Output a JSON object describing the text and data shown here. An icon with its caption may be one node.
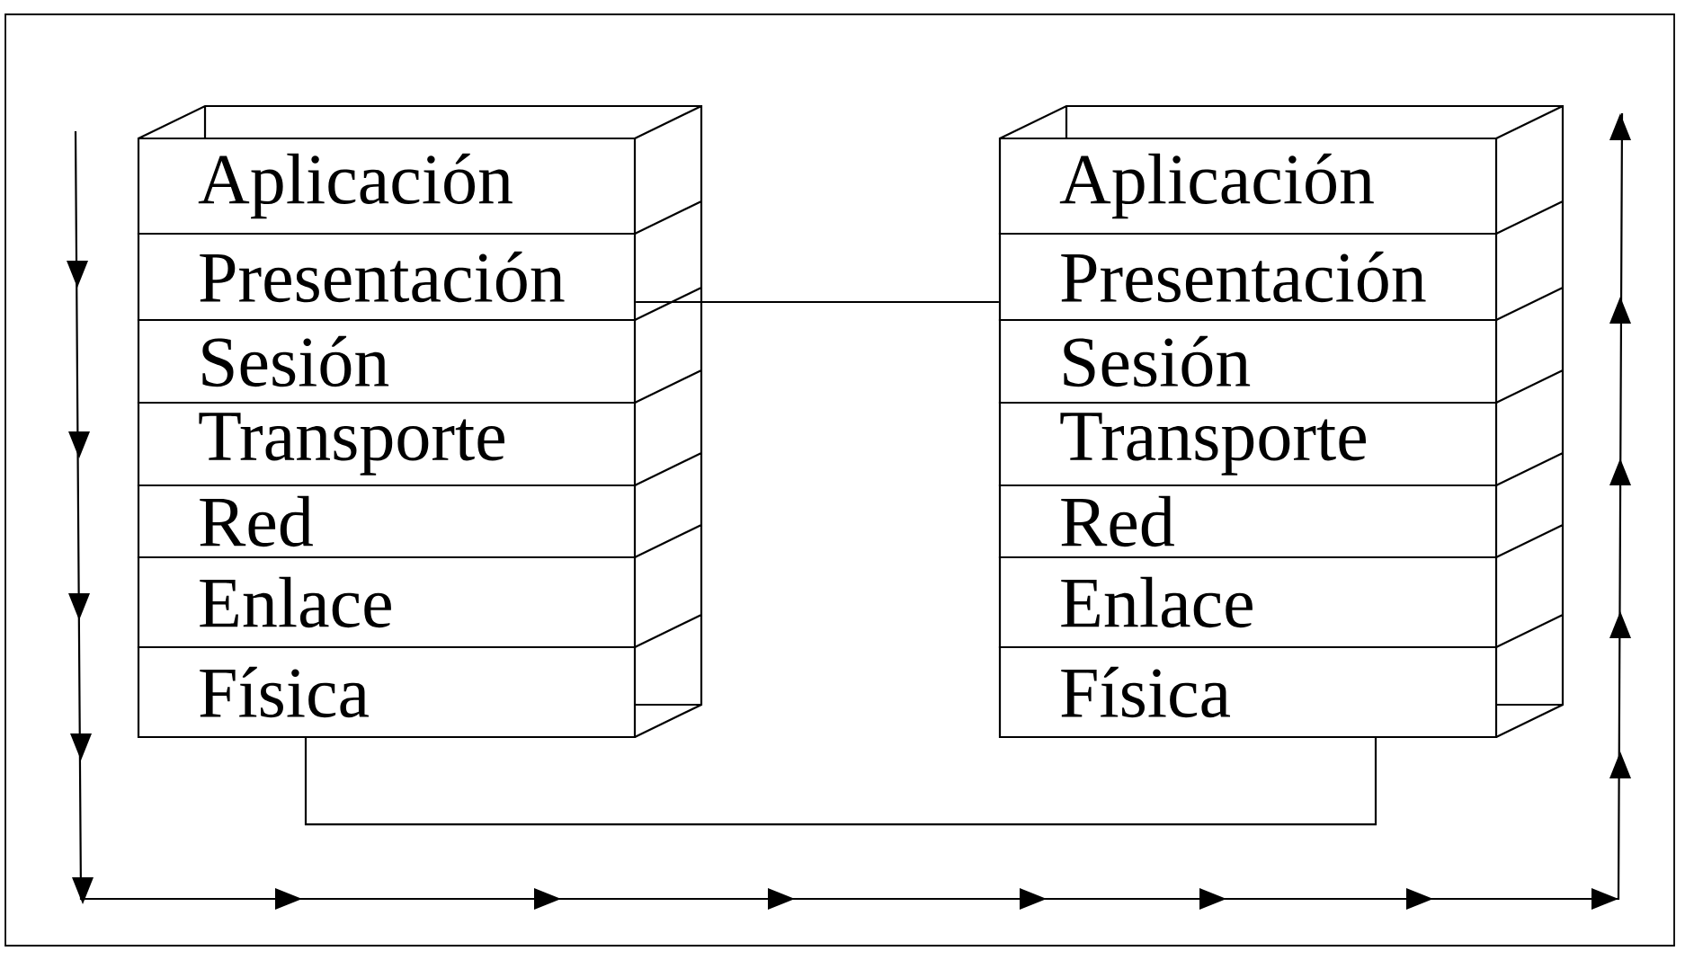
{
  "diagram": {
    "nodes": [
      {
        "text": [
          "Aplicación"
        ]
      },
      {
        "text": [
          "Presentación"
        ]
      },
      {
        "text": [
          "Sesión"
        ]
      },
      {
        "text": [
          "Transporte"
        ]
      },
      {
        "text": [
          "Red"
        ]
      },
      {
        "text": [
          "Enlace"
        ]
      },
      {
        "text": [
          "Física"
        ]
      },
      {
        "text": [
          "Aplicación"
        ]
      },
      {
        "text": [
          "Presentación"
        ]
      },
      {
        "text": [
          "Sesión"
        ]
      },
      {
        "text": [
          "Transporte"
        ]
      },
      {
        "text": [
          "Red"
        ]
      },
      {
        "text": [
          "Enlace"
        ]
      },
      {
        "text": [
          "Física"
        ]
      }
    ],
    "edges": [
      {
        "from": 1,
        "to": 8,
        "arrow": "none"
      },
      {
        "from": 6,
        "to": 13,
        "arrow": "none"
      }
    ]
  }
}
